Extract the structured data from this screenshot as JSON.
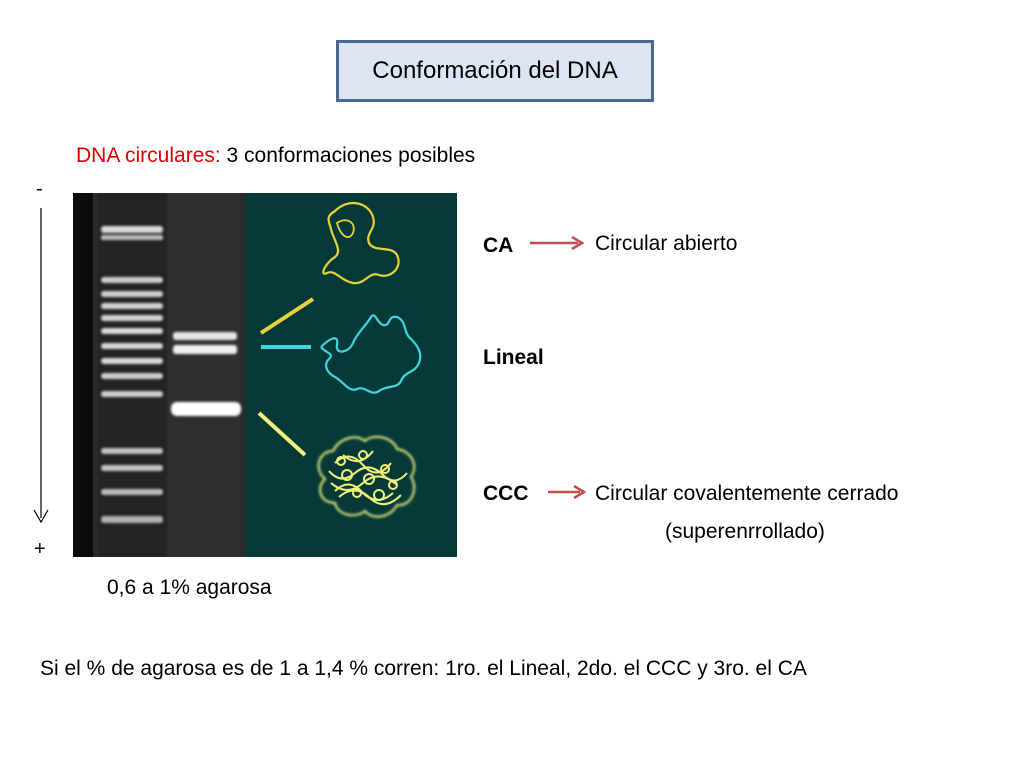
{
  "slide": {
    "title": "Conformación del DNA",
    "subtitle": {
      "highlight": "DNA circulares:",
      "rest": "3 conformaciones posibles"
    },
    "electrophoresis": {
      "negative_pole": "-",
      "positive_pole": "+",
      "caption": "0,6 a 1% agarosa"
    },
    "conformations": [
      {
        "abbr": "CA",
        "description": "Circular abierto",
        "detail": "",
        "has_arrow": true
      },
      {
        "abbr": "Lineal",
        "description": "",
        "detail": "",
        "has_arrow": false
      },
      {
        "abbr": "CCC",
        "description": "Circular covalentemente cerrado",
        "detail": "(superenrrollado)",
        "has_arrow": true
      }
    ],
    "footer_note": "Si el % de agarosa es de 1 a 1,4 % corren: 1ro. el Lineal, 2do. el CCC y 3ro. el CA",
    "colors": {
      "highlight": "#e00000",
      "arrow": "#c0504d",
      "title_fill": "#dce6f2",
      "title_border": "#4a6890",
      "figure_bg": "#063a38",
      "open_circular": "#e8d23a",
      "linear": "#3fd6e0",
      "supercoiled": "#f2f07a"
    }
  }
}
